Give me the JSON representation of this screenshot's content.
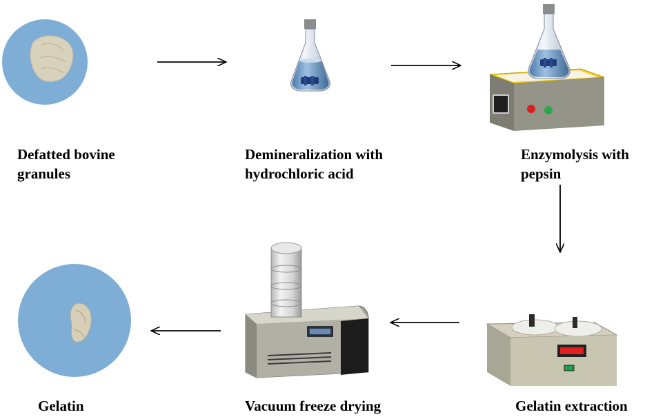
{
  "steps": [
    {
      "line1": "Defatted bovine",
      "line2": "granules"
    },
    {
      "line1": "Demineralization with",
      "line2": "hydrochloric acid"
    },
    {
      "line1": "Enzymolysis with",
      "line2": "pepsin"
    },
    {
      "line1": "Gelatin extraction"
    },
    {
      "line1": "Vacuum freeze drying"
    },
    {
      "line1": "Gelatin"
    }
  ],
  "colors": {
    "dish": "#7eaed6",
    "granules": "#d9d2bd",
    "flask_glass": "#d0dcea",
    "flask_liquid": "#5f8fbf",
    "stir_bar": "#1d3d78",
    "hotplate_top": "#f2d21a",
    "device_body": "#8f8f86",
    "arrow": "#000000"
  }
}
